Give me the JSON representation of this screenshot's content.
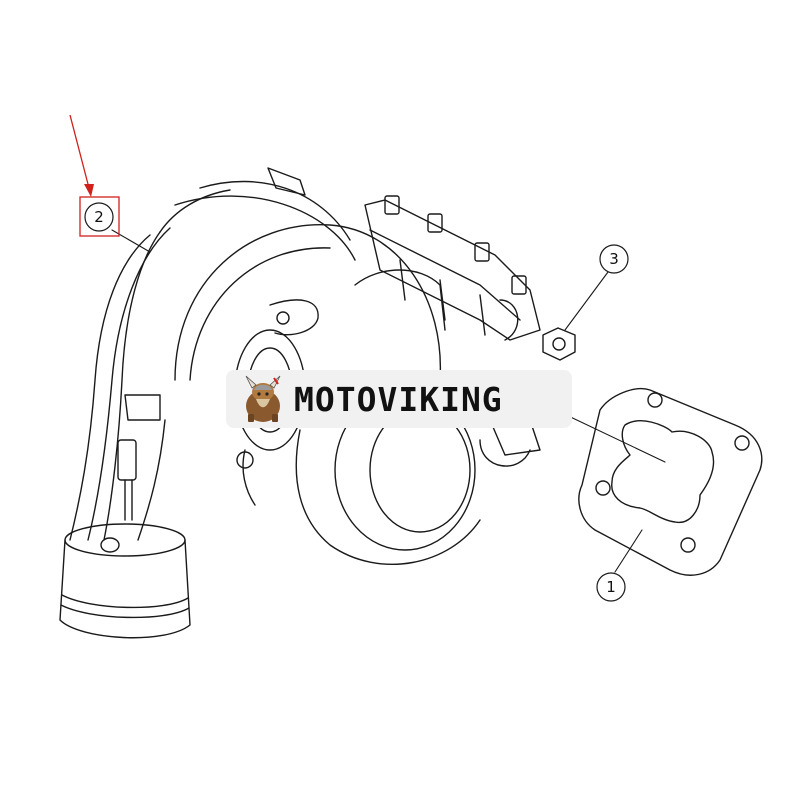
{
  "callouts": [
    {
      "id": "1",
      "label": "1"
    },
    {
      "id": "2",
      "label": "2"
    },
    {
      "id": "3",
      "label": "3"
    }
  ],
  "highlight_color": "#d0211c",
  "watermark": {
    "text": "MOTOVIKING"
  }
}
